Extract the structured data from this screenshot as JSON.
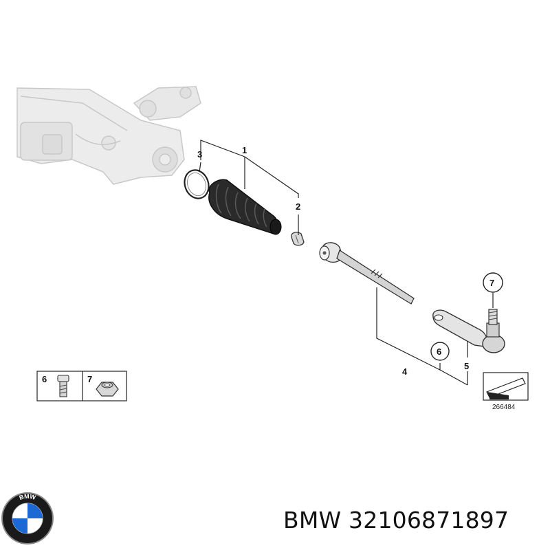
{
  "diagram": {
    "callouts": {
      "c1": "1",
      "c2": "2",
      "c3": "3",
      "c4": "4",
      "c5": "5",
      "c6": "6",
      "c7": "7"
    },
    "legend": {
      "item6": "6",
      "item7": "7"
    },
    "reference_number": "266484"
  },
  "logo": {
    "letters": "BMW",
    "colors": {
      "ring": "#1a1a1a",
      "blue": "#1c69d4",
      "white": "#ffffff",
      "rim": "#8a8a8a"
    }
  },
  "caption": {
    "brand": "BMW",
    "part_number": "32106871897"
  },
  "colors": {
    "line": "#222222",
    "ghost": "#d6d6d6",
    "boot": "#2a2a2a",
    "metal": "#bdbdbd"
  }
}
